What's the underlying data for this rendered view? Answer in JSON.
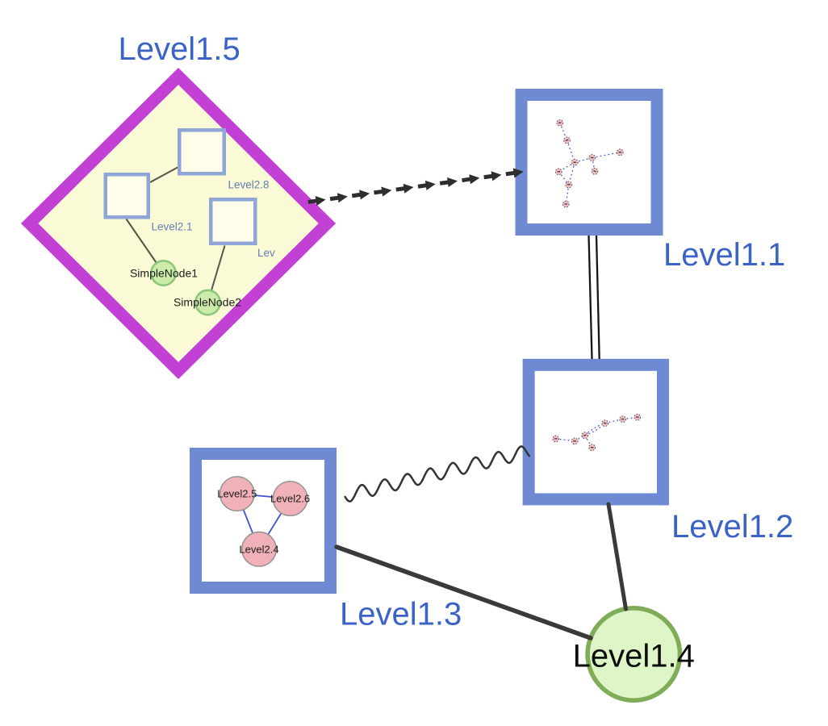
{
  "labels": {
    "level1_1": "Level1.1",
    "level1_2": "Level1.2",
    "level1_3": "Level1.3",
    "level1_4": "Level1.4",
    "level1_5": "Level1.5",
    "level2_8": "Level2.8",
    "level2_1": "Level2.1",
    "level2_truncated": "Lev",
    "simple_node_1": "SimpleNode1",
    "simple_node_2": "SimpleNode2",
    "level2_5": "Level2.5",
    "level2_6": "Level2.6",
    "level2_4": "Level2.4"
  },
  "colors": {
    "background": "#ffffff",
    "level1_label": "#3b63c7",
    "level1_square_border": "#6d8ad2",
    "diamond_border": "#c340d4",
    "diamond_fill": "#fafad6",
    "inner_square_border": "#8fa5d6",
    "inner_square_fill": "#fdfde9",
    "inner_label": "#647eb4",
    "simple_node_fill": "#cdeca9",
    "simple_node_border": "#8cc779",
    "level1_4_fill": "#def5c8",
    "level1_4_border": "#7fad57",
    "pink_node_fill": "#f0b1b9",
    "mini_edge_blue": "#4355dc",
    "edge_dark": "#3a3a3a"
  }
}
